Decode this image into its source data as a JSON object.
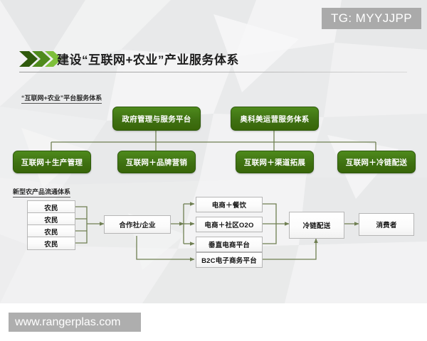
{
  "watermarks": {
    "telegram": "TG: MYYJJPP",
    "website": "www.rangerplas.com"
  },
  "header": {
    "title": "建设“互联网+农业”产业服务体系",
    "chevron_colors": [
      "#2f5a0c",
      "#4e8a1c",
      "#7dbf3a"
    ]
  },
  "sections": [
    {
      "id": "platform-service-system",
      "label": "“互联网+农业”平台服务体系",
      "parents": [
        {
          "label": "政府管理与服务平台"
        },
        {
          "label": "奥科美运营服务体系"
        }
      ],
      "children": [
        {
          "label": "互联网＋生产管理"
        },
        {
          "label": "互联网＋品牌营销"
        },
        {
          "label": "互联网＋渠道拓展"
        },
        {
          "label": "互联网＋冷链配送"
        }
      ]
    },
    {
      "id": "agricultural-circulation-system",
      "label": "新型农产品流通体系",
      "producers": [
        {
          "label": "农民"
        },
        {
          "label": "农民"
        },
        {
          "label": "农民"
        },
        {
          "label": "农民"
        }
      ],
      "aggregator": {
        "label": "合作社/企业"
      },
      "channels": [
        {
          "label": "电商＋餐饮"
        },
        {
          "label": "电商＋社区O2O"
        },
        {
          "label": "垂直电商平台"
        }
      ],
      "direct_channel": {
        "label": "B2C电子商务平台"
      },
      "logistics": {
        "label": "冷链配送"
      },
      "consumer": {
        "label": "消费者"
      }
    }
  ],
  "colors": {
    "green_box": "#3f7112",
    "green_box_border": "#2f5a0c",
    "connector": "#6f7f52",
    "white_box_border": "#b6b6b6",
    "watermark_bg": "#aaaaaa",
    "background": "#ededee"
  }
}
